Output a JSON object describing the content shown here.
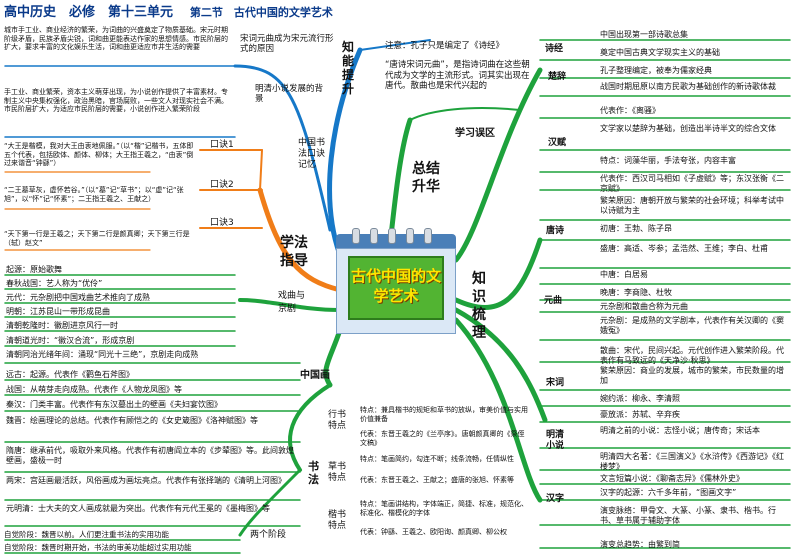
{
  "header": {
    "title": "高中历史　必修　第十三单元",
    "section": "第二节　古代中国的文学艺术"
  },
  "center": {
    "label": "古代中国的文学艺术"
  },
  "branches": {
    "summary": "总结升华",
    "methods": "学法指导",
    "knowledge": "知识梳理",
    "upgrade": "知能提升",
    "study_area": "学习误区",
    "drama": "戏曲与京剧",
    "painting": "中国画",
    "calligraphy": "书法"
  },
  "left_top": {
    "p1": "城市手工业、商业经济的繁荣，为词曲的兴盛奠定了物质基础。宋元时期阶级矛盾，民族矛盾尖锐，词和曲更能表达作家的思想情感。市民阶层的扩大，要求丰富的文化娱乐生活，词和曲更适应市井生活的需要",
    "p2": "手工业、商业繁荣，资本主义萌芽出现，为小说创作提供了丰富素材。专制主义中央集权强化，政治黑暗，官场腐败，一些文人对现实社会不满。市民阶层扩大，为适应市民阶层的需要，小说创作进入繁荣阶段",
    "q1": "宋词元曲成为宋元流行形式的原因",
    "q2": "明清小说发展的背景"
  },
  "note": {
    "zhuyi": "注意：孔子只是编定了《诗经》",
    "song": "“唐诗宋词元曲”，是指诗词曲在这些朝代成为文学的主流形式。词其实出现在唐代。散曲也是宋代兴起的"
  },
  "mnemonic": {
    "label": "中国书法口诀记忆",
    "k1": "口诀1",
    "k2": "口诀2",
    "k3": "口诀3",
    "t1": "“大王是楷模，我对大王由衷地佩服。”（以“楷”记楷书，五体即五个代表，包括欧体、颜体、柳体；大王指王羲之，“由衷”倒过来谐音“钟繇”）",
    "t2": "“二王墓草灰，虚怀若谷。”（以“墓”记“草书”；以“虚”记“张旭”，以“怀”记“怀素”；二王指王羲之、王献之）",
    "t3": "“天下第一行是王羲之；天下第二行是颜真卿；天下第三行是（轼）赵文”"
  },
  "drama_items": [
    "起源：原始歌舞",
    "春秋战国：艺人称为“优伶”",
    "元代：元杂剧把中国戏曲艺术推向了成熟",
    "明朝：江苏昆山一带形成昆曲",
    "清朝乾隆时：徽剧进京风行一时",
    "清朝道光时：“徽汉合流”，形成京剧",
    "清朝同治光绪年间：涌现“同光十三绝”，京剧走向成熟"
  ],
  "painting_items": [
    "远古：起源。代表作《鹳鱼石斧图》",
    "战国：从萌芽走向成熟。代表作《人物龙凤图》等",
    "秦汉：门类丰富。代表作有东汉墓出土的壁画《夫妇宴饮图》",
    "魏晋：绘画理论的总结。代表作有顾恺之的《女史箴图》《洛神赋图》等",
    "隋唐：继承前代，吸取外来风格。代表作有初唐阎立本的《步辇图》等。此间敦煌壁画，盛极一时",
    "两宋：宫廷画最活跃，风俗画成为画坛亮点。代表作有张择端的《清明上河图》",
    "元明清：士大夫的文人画成就最为突出。代表作有元代王冕的《墨梅图》等"
  ],
  "two_stages": {
    "label": "两个阶段",
    "a": "自觉阶段：魏晋以前。人们更注重书法的实用功能",
    "b": "自觉阶段：魏晋时期开始，书法的审美功能超过实用功能"
  },
  "calligraphy_types": {
    "xing": "行书特点",
    "cao": "草书特点",
    "kai": "楷书特点",
    "xing1": "特点：兼具楷书的规矩和草书的放纵，审美价值与实用价值兼备",
    "xing2": "代表：东晋王羲之的《兰亭序》。唐朝颜真卿的《祭侄文稿》",
    "cao1": "特点：笔画简约，勾连不断；线条流畅，任情纵性",
    "cao2": "代表：东晋王羲之、王献之；盛唐的张旭、怀素等",
    "kai1": "特点：笔画讲结构，字体端正，简捷、标准，规范化、标准化、楷模化的字体",
    "kai2": "代表：钟繇、王羲之、欧阳询、颜真卿、柳公权"
  },
  "poetry": {
    "shijing": "诗经",
    "chuci": "楚辞",
    "hanfu": "汉赋",
    "tangshi": "唐诗",
    "yuanqu": "元曲",
    "songci": "宋词",
    "mingqing": "明清小说",
    "hanzi": "汉字",
    "shijing_items": [
      "中国出现第一部诗歌总集",
      "奠定中国古典文学现实主义的基础",
      "孔子整理编定，被奉为儒家经典"
    ],
    "chuci_items": [
      "战国时期屈原以南方民歌为基础创作的新诗歌体裁",
      "代表作：《离骚》"
    ],
    "hanfu_items": [
      "文学家以楚辞为基础，创造出半诗半文的综合文体",
      "特点：词藻华丽，手法夸张，内容丰富",
      "代表作：西汉司马相如《子虚赋》等；东汉张衡《二京赋》"
    ],
    "tang_items": [
      "繁荣原因：唐朝开放与繁荣的社会环境；科举考试中以诗赋为主",
      "初唐：王勃、陈子昂",
      "盛唐：高适、岑参；孟浩然、王维；李白、杜甫",
      "中唐：白居易",
      "晚唐：李商隐、杜牧"
    ],
    "yuanqu_items": [
      "元杂剧和散曲合称为元曲",
      "元杂剧：是成熟的文学剧本，代表作有关汉卿的《窦娥冤》",
      "散曲：宋代，民间兴起。元代创作进入繁荣阶段。代表作有马致远的《天净沙·秋思》"
    ],
    "songci_items": [
      "繁荣原因：商业的发展，城市的繁荣，市民数量的增加",
      "婉约派：柳永、李清照",
      "豪放派：苏轼、辛弃疾"
    ],
    "mingqing_items": [
      "明清之前的小说：志怪小说；唐传奇；宋话本",
      "明清四大名著：《三国演义》《水浒传》《西游记》《红楼梦》",
      "文言短篇小说：《聊斋志异》《儒林外史》"
    ],
    "hanzi_items": [
      "汉字的起源：六千多年前，“图画文字”",
      "演变脉络：甲骨文、大篆、小篆、隶书、楷书。行书、草书属于辅助字体",
      "演变总趋势：由繁到简"
    ]
  },
  "colors": {
    "green": "#1ea23c",
    "orange": "#f07d18",
    "blue": "#1678c8",
    "cyan": "#18a8c8"
  }
}
